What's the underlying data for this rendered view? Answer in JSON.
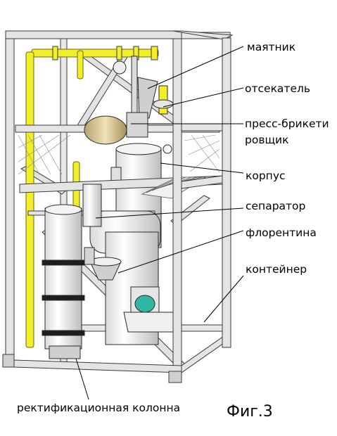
{
  "labels": {
    "pendulum": "маятник",
    "cutoff": "отсекатель",
    "press_line1": "пресс-брикети",
    "press_line2": "ровщик",
    "housing": "корпус",
    "separator": "сепаратор",
    "florentine": "флорентина",
    "container": "контейнер",
    "column": "ректификационная колонна"
  },
  "figure_caption": "Фиг.3",
  "colors": {
    "frame": "#e4e4e4",
    "frame_edge": "#3a3a3a",
    "yellow_pipe": "#f2ee2a",
    "leader": "#000000",
    "teal": "#2fb7a5",
    "tan": "#d8c48c"
  }
}
